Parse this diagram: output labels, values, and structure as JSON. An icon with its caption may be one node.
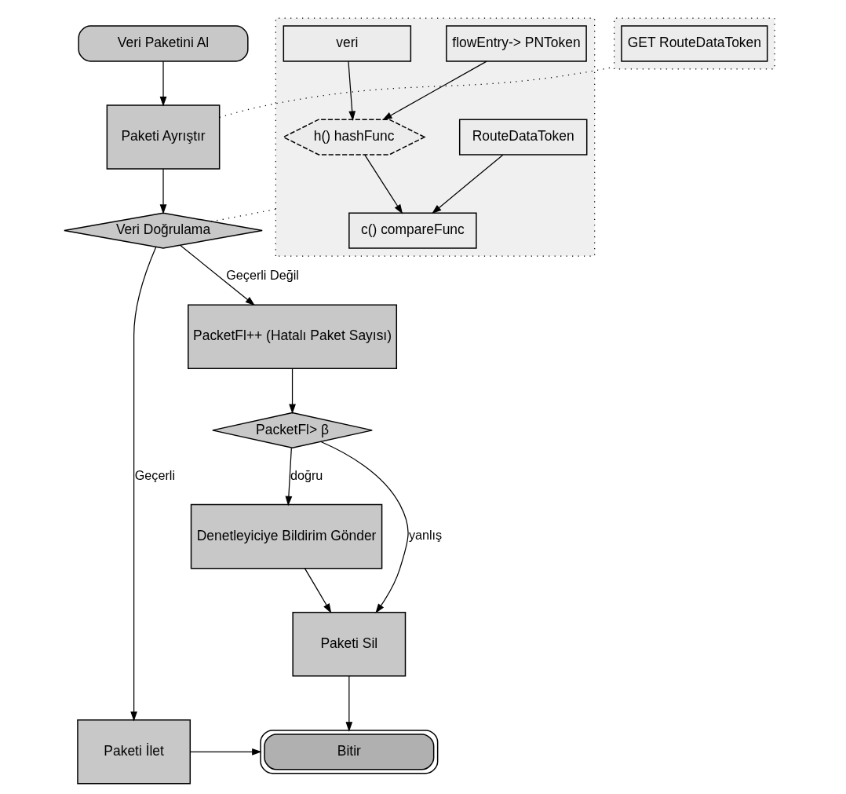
{
  "diagram": {
    "nodes": [
      {
        "text": [
          "Veri Paketini Al"
        ]
      },
      {
        "text": [
          "Paketi Ayrıştır"
        ]
      },
      {
        "text": [],
        "shape": "box"
      },
      {
        "text": [
          "GET RouteDataToken"
        ],
        "in": 2
      },
      {
        "text": [
          "Veri Doğrulama"
        ]
      },
      {
        "text": [],
        "shape": "box"
      },
      {
        "text": [
          "RouteDataToken"
        ],
        "in": 5
      },
      {
        "text": [
          "flowEntry-> PNToken"
        ],
        "in": 5
      },
      {
        "text": [
          "veri"
        ],
        "in": 5
      },
      {
        "text": [
          "h() hashFunc"
        ],
        "in": 5
      },
      {
        "text": [
          "c() compareFunc"
        ],
        "in": 5
      },
      {
        "text": [
          "PacketFl++ (Hatalı Paket Sayısı)"
        ]
      },
      {
        "text": [
          "Paketi İlet"
        ]
      },
      {
        "text": [
          "Bitir"
        ]
      },
      {
        "text": [
          "PacketFl> β"
        ]
      },
      {
        "text": [
          "Denetleyiciye Bildirim Gönder"
        ]
      },
      {
        "text": [
          "Paketi Sil"
        ]
      }
    ],
    "edges": [
      {
        "from": 0,
        "to": 1,
        "arrow": "to"
      },
      {
        "from": 1,
        "to": 2,
        "arrow": "none",
        "style": "dashed"
      },
      {
        "from": 1,
        "to": 4,
        "arrow": "to"
      },
      {
        "from": 4,
        "to": 5,
        "arrow": "none",
        "style": "dashed"
      },
      {
        "from": 6,
        "to": 10,
        "arrow": "to"
      },
      {
        "from": 7,
        "to": 9,
        "arrow": "to"
      },
      {
        "from": 8,
        "to": 9,
        "arrow": "to"
      },
      {
        "from": 9,
        "to": 10,
        "arrow": "to"
      },
      {
        "from": 4,
        "to": 11,
        "arrow": "to",
        "label": "Geçerli Değil"
      },
      {
        "from": 4,
        "to": 12,
        "arrow": "to",
        "label": "Geçerli"
      },
      {
        "from": 12,
        "to": 13,
        "arrow": "to"
      },
      {
        "from": 11,
        "to": 14,
        "arrow": "to"
      },
      {
        "from": 14,
        "to": 15,
        "arrow": "to",
        "label": "doğru"
      },
      {
        "from": 14,
        "to": 16,
        "arrow": "to",
        "label": "yanlış"
      },
      {
        "from": 15,
        "to": 16,
        "arrow": "to"
      },
      {
        "from": 16,
        "to": 13,
        "arrow": "to"
      }
    ]
  }
}
